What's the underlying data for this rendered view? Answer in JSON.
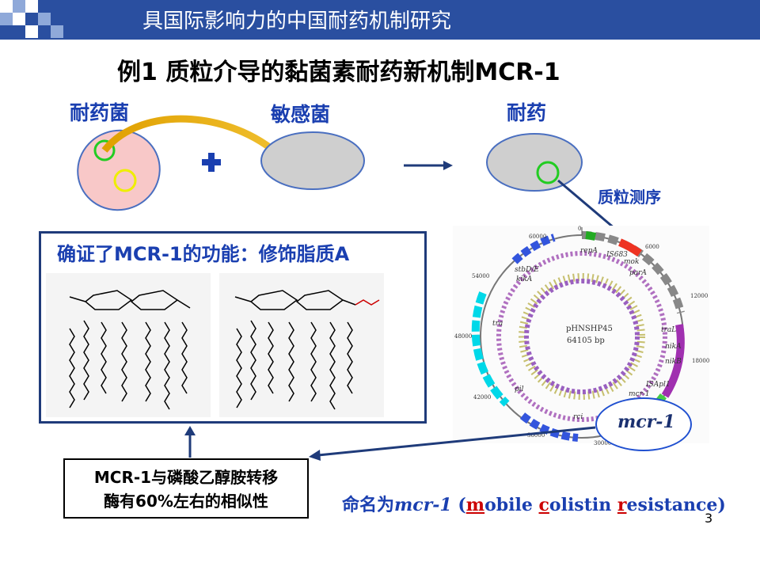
{
  "header": {
    "title": "具国际影响力的中国耐药机制研究"
  },
  "slide": {
    "title": "例1  质粒介导的黏菌素耐药新机制MCR-1"
  },
  "diagram": {
    "resistant_label": "耐药菌",
    "sensitive_label": "敏感菌",
    "result_label": "耐药",
    "sequencing_label": "质粒测序"
  },
  "function_box": {
    "title": "确证了MCR-1的功能：修饰脂质A"
  },
  "similarity_box": {
    "line1": "MCR-1与磷酸乙醇胺转移",
    "line2": "酶有60%左右的相似性"
  },
  "naming": {
    "prefix": "命名为",
    "gene": "mcr-1",
    "open": " (",
    "m": "m",
    "obile": "obile ",
    "c": "c",
    "olistin": "olistin ",
    "r": "r",
    "esistance": "esistance)"
  },
  "plasmid": {
    "name": "pHNSHP45",
    "size": "64105 bp",
    "callout": "mcr-1",
    "genes": [
      "repA",
      "IS683",
      "mok",
      "parA",
      "stbD/E",
      "kikA",
      "traL",
      "nikA",
      "nikB",
      "tra",
      "ISApl1",
      "mcr-1",
      "pil",
      "rci"
    ],
    "ticks": [
      "0",
      "6000",
      "12000",
      "18000",
      "30000",
      "36000",
      "42000",
      "48000",
      "54000",
      "60000"
    ]
  },
  "page_number": "3",
  "colors": {
    "header": "#2a4fa0",
    "accent_blue": "#1a3fb0",
    "red": "#cc0000"
  }
}
